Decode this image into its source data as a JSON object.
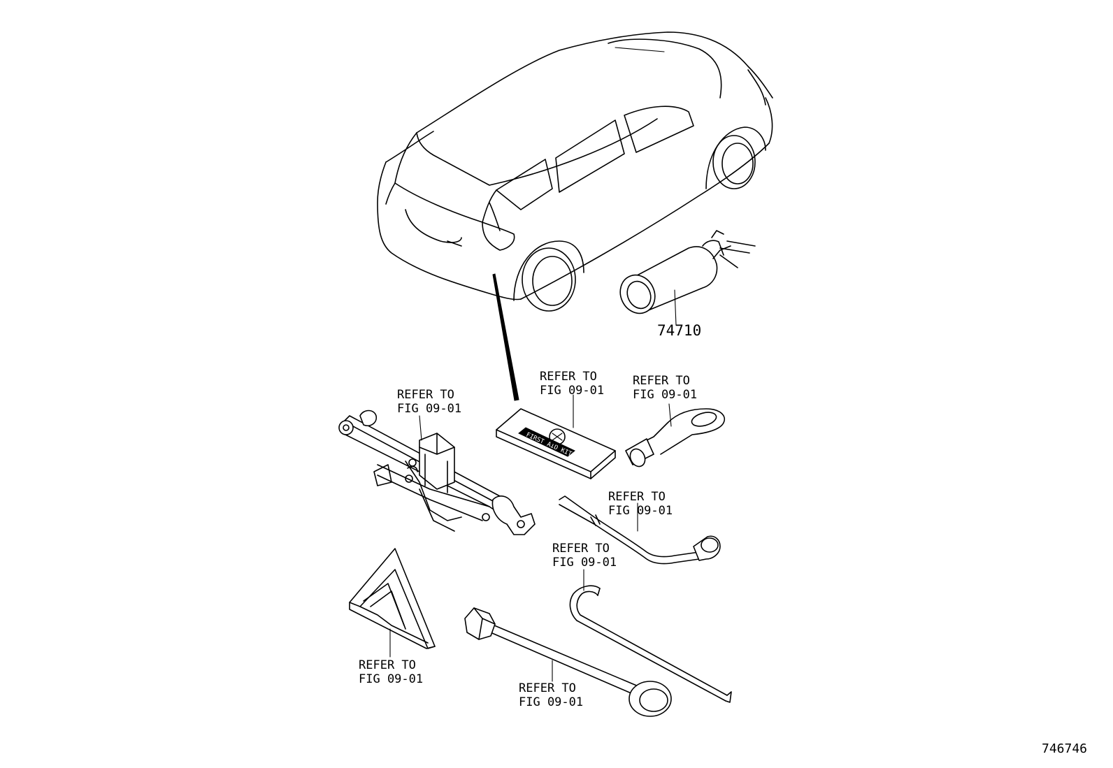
{
  "part_number": "74710",
  "refer_line1": "REFER TO",
  "refer_line2": "FIG 09-01",
  "first_aid_kit_text": "FIRST AID KIT",
  "figure_id": "746746"
}
